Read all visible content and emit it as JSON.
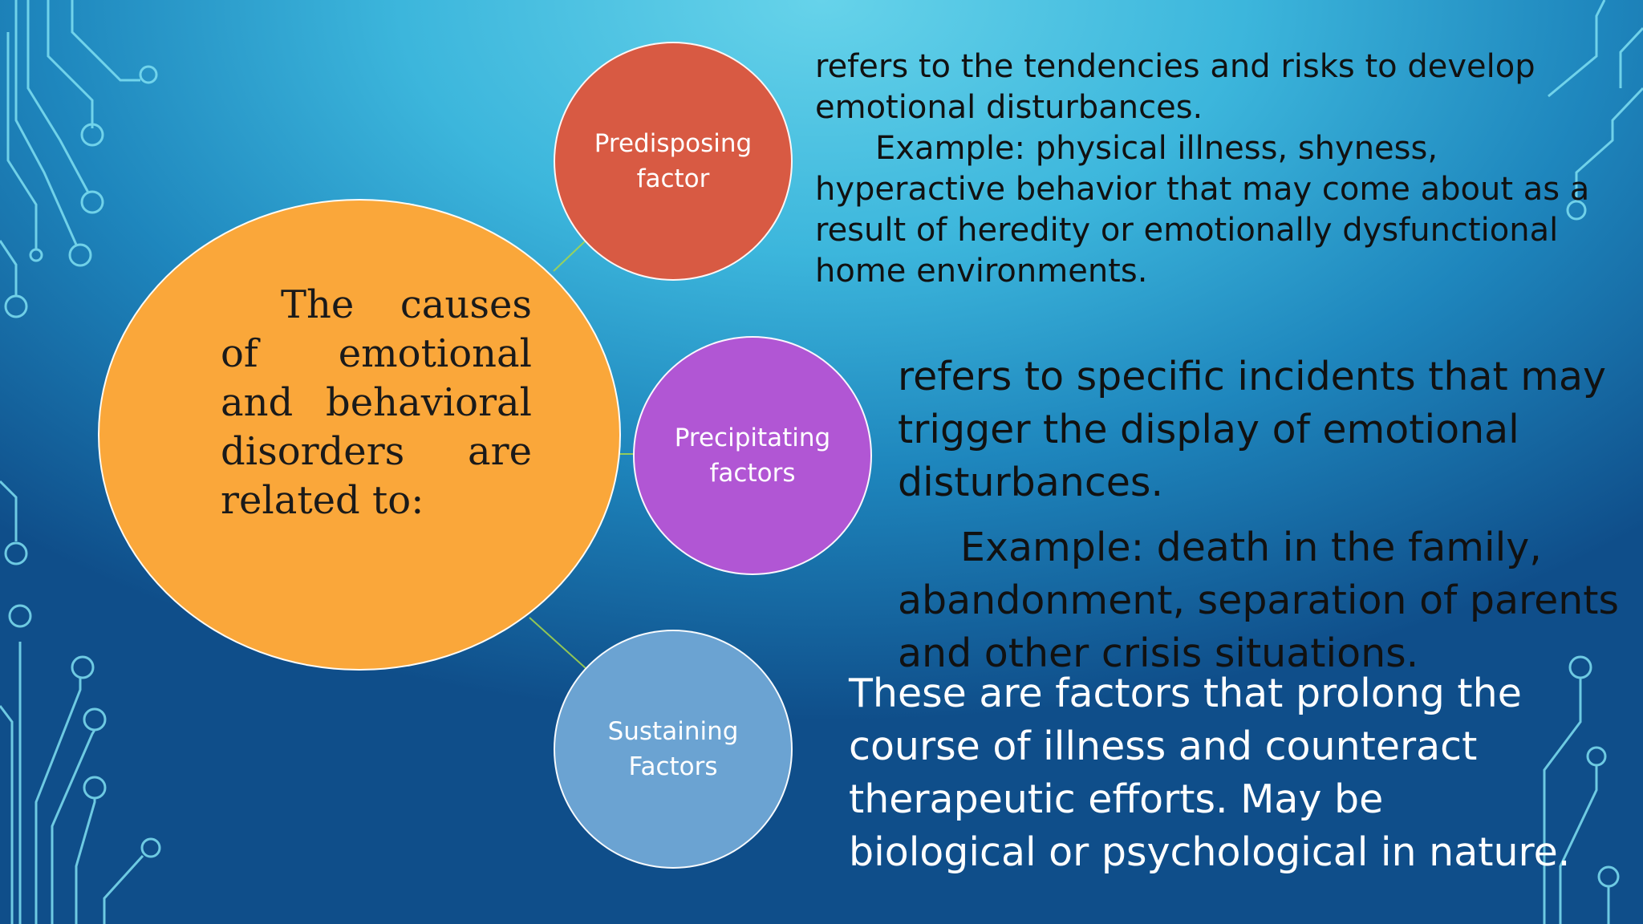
{
  "diagram": {
    "center": {
      "text": "The causes of emotional and behavioral disorders are related to:"
    },
    "nodes": [
      {
        "label": "Predisposing factor",
        "color": "#d85a43",
        "description": "refers to the tendencies and risks to develop emotional disturbances.",
        "example": "Example: physical illness, shyness, hyperactive behavior that may come about as a result of heredity or emotionally dysfunctional home environments."
      },
      {
        "label": "Precipitating factors",
        "color": "#b156d4",
        "description": "refers to specific incidents that may trigger the display of emotional disturbances.",
        "example": "Example: death in the family, abandonment, separation of parents and other crisis situations."
      },
      {
        "label": "Sustaining Factors",
        "color": "#6ba3d2",
        "description": "These are factors that prolong the course of illness and counteract therapeutic efforts. May be biological or psychological in nature."
      }
    ],
    "colors": {
      "center_fill": "#faa73a",
      "connector": "#a8d84a",
      "circuit_lines": "#7fe0f2"
    }
  }
}
